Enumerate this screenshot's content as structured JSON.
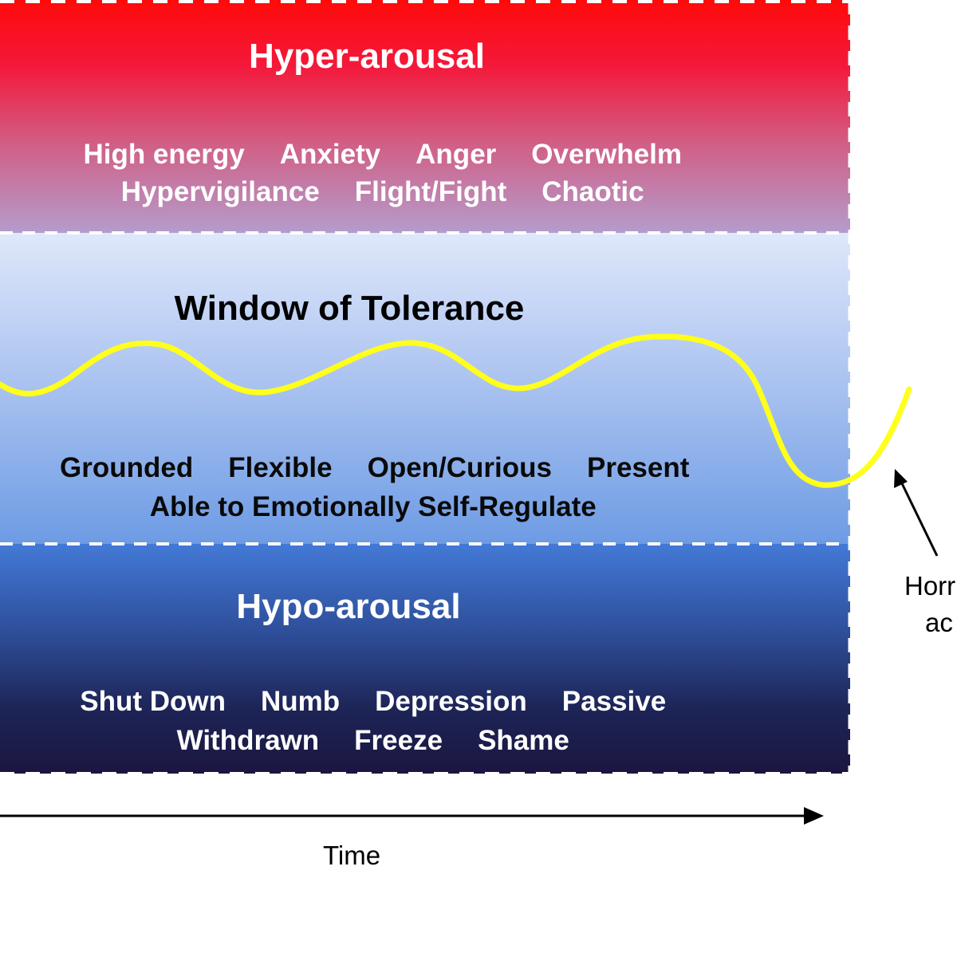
{
  "zones": {
    "hyper": {
      "title": "Hyper-arousal",
      "line1": [
        "High energy",
        "Anxiety",
        "Anger",
        "Overwhelm"
      ],
      "line2": [
        "Hypervigilance",
        "Flight/Fight",
        "Chaotic"
      ]
    },
    "window": {
      "title": "Window of Tolerance",
      "line1": [
        "Grounded",
        "Flexible",
        "Open/Curious",
        "Present"
      ],
      "line2": [
        "Able to Emotionally Self-Regulate"
      ]
    },
    "hypo": {
      "title": "Hypo-arousal",
      "line1": [
        "Shut Down",
        "Numb",
        "Depression",
        "Passive"
      ],
      "line2": [
        "Withdrawn",
        "Freeze",
        "Shame"
      ]
    }
  },
  "side_note": {
    "line1": "Horr",
    "line2": "ac"
  },
  "axis": {
    "time_label": "Time"
  },
  "colors": {
    "curve": "#ffff1a",
    "divider": "#ffffff"
  }
}
